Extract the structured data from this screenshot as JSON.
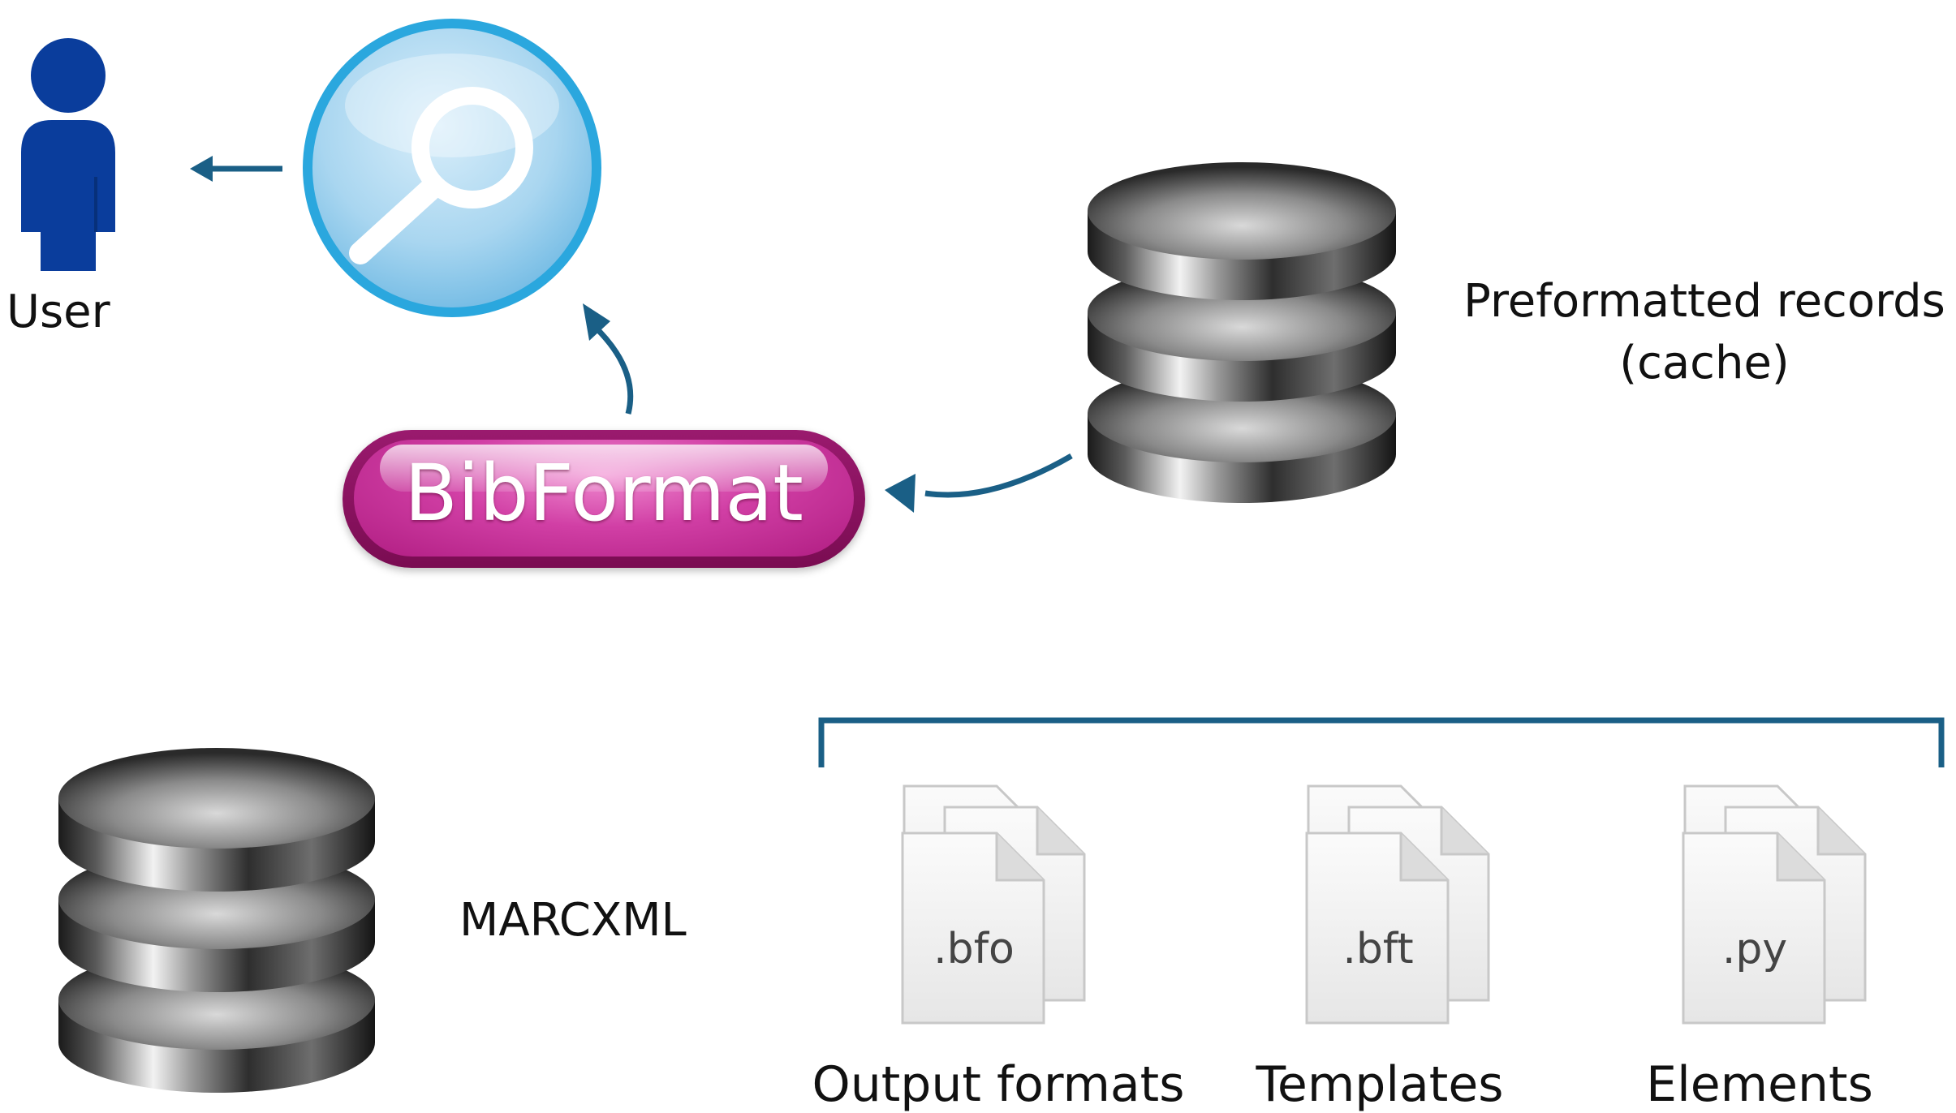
{
  "labels": {
    "user": "User",
    "cache_line1": "Preformatted records",
    "cache_line2": "(cache)",
    "marcxml": "MARCXML",
    "bibformat": "BibFormat"
  },
  "files": [
    {
      "ext": ".bfo",
      "caption": "Output formats"
    },
    {
      "ext": ".bft",
      "caption": "Templates"
    },
    {
      "ext": ".py",
      "caption": "Elements"
    }
  ],
  "colors": {
    "arrow": "#1a5f86",
    "user_icon": "#0a3d9c",
    "search_ring": "#2aa7de",
    "bibformat": "#c2268f"
  },
  "icons": [
    "user-icon",
    "search-icon",
    "database-icon",
    "file-stack-icon",
    "arrow-icon"
  ]
}
